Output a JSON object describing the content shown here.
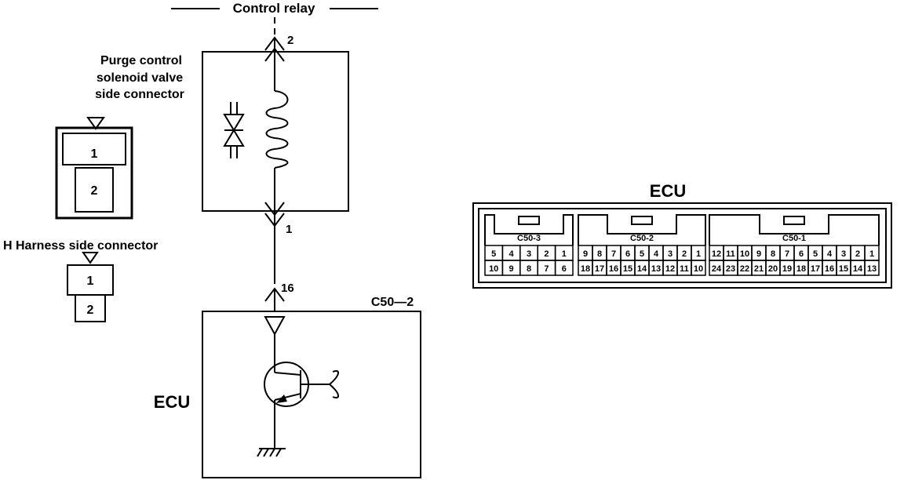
{
  "control_relay": {
    "label": "Control relay"
  },
  "purge_valve": {
    "label_lines": [
      "Purge control",
      "solenoid valve",
      "side connector"
    ],
    "pins": [
      "1",
      "2"
    ]
  },
  "harness_connector": {
    "label": "H Harness side connector",
    "pins": [
      "1",
      "2"
    ]
  },
  "circuit": {
    "pin_top": "2",
    "pin_bottom": "1",
    "ecu_pin": "16",
    "ecu_connector": "C50—2",
    "ecu_label": "ECU"
  },
  "ecu_face": {
    "title": "ECU",
    "connectors": [
      {
        "name": "C50-3",
        "top_row": [
          "5",
          "4",
          "3",
          "2",
          "1"
        ],
        "bottom_row": [
          "10",
          "9",
          "8",
          "7",
          "6"
        ]
      },
      {
        "name": "C50-2",
        "top_row": [
          "9",
          "8",
          "7",
          "6",
          "5",
          "4",
          "3",
          "2",
          "1"
        ],
        "bottom_row": [
          "18",
          "17",
          "16",
          "15",
          "14",
          "13",
          "12",
          "11",
          "10"
        ]
      },
      {
        "name": "C50-1",
        "top_row": [
          "12",
          "11",
          "10",
          "9",
          "8",
          "7",
          "6",
          "5",
          "4",
          "3",
          "2",
          "1"
        ],
        "bottom_row": [
          "24",
          "23",
          "22",
          "21",
          "20",
          "19",
          "18",
          "17",
          "16",
          "15",
          "14",
          "13"
        ]
      }
    ]
  }
}
